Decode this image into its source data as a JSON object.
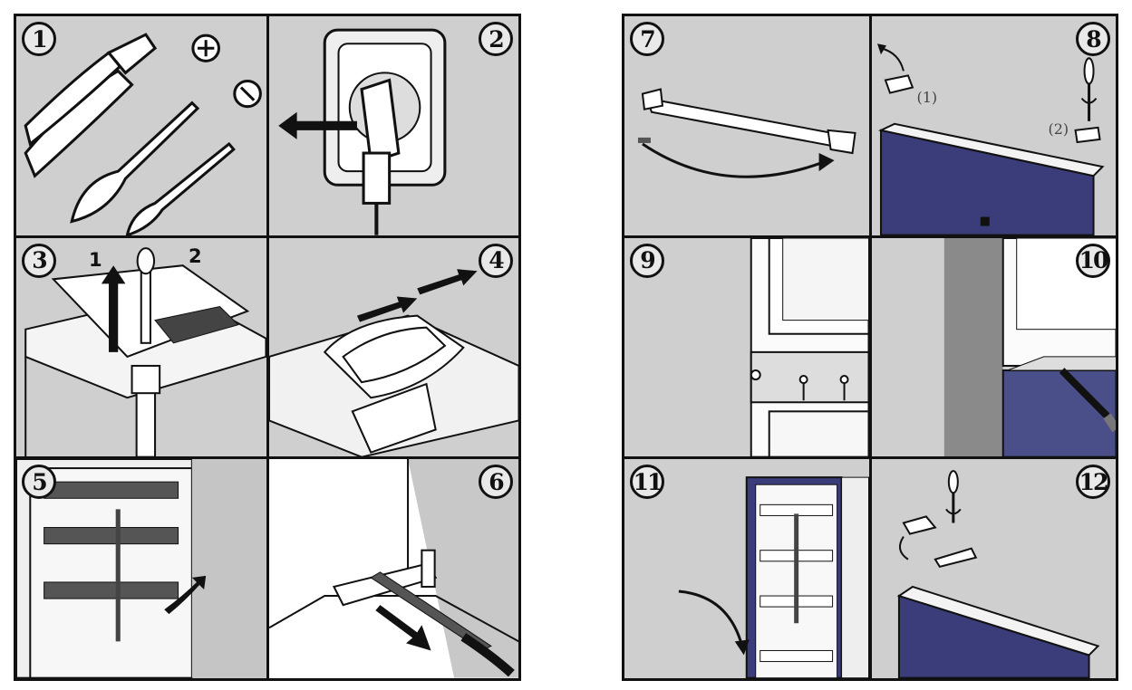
{
  "left_panel": {
    "steps": [
      {
        "number": "1"
      },
      {
        "number": "2"
      },
      {
        "number": "3",
        "callouts": [
          "1",
          "2"
        ]
      },
      {
        "number": "4"
      },
      {
        "number": "5"
      },
      {
        "number": "6"
      }
    ]
  },
  "right_panel": {
    "steps": [
      {
        "number": "7"
      },
      {
        "number": "8",
        "callouts": [
          "(1)",
          "(2)"
        ]
      },
      {
        "number": "9"
      },
      {
        "number": "10"
      },
      {
        "number": "11"
      },
      {
        "number": "12"
      }
    ]
  },
  "colors": {
    "panel_bg": "#cfcfcf",
    "border": "#111111",
    "door_blue": "#3b3d7a",
    "white_bg": "#ffffff"
  },
  "icons": [
    "phillips-screwdriver-icon",
    "flathead-screwdriver-icon",
    "pliers-icon",
    "arrow-icon"
  ]
}
